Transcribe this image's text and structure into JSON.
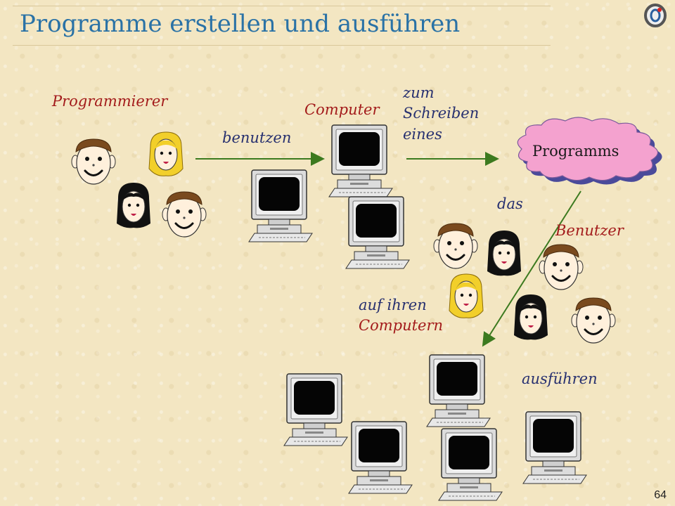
{
  "title": "Programme erstellen und ausführen",
  "labels": {
    "programmierer": "Programmierer",
    "computer": "Computer",
    "benutzen": "benutzen",
    "zum_schreiben": [
      "zum",
      "Schreiben",
      "eines"
    ],
    "programms": "Programms",
    "das": "das",
    "benutzer": "Benutzer",
    "auf_ihren": [
      "auf ihren",
      "Computern"
    ],
    "ausfuehren": "ausführen"
  },
  "page_number": "64",
  "colors": {
    "title": "#2a72a6",
    "label_red": "#a31b1b",
    "label_blue": "#27306f",
    "arrow": "#3c7a1f",
    "cloud": "#f4a2cf"
  },
  "icons": [
    "person-icon",
    "computer-icon",
    "cloud-icon",
    "arrow-icon",
    "logo-icon"
  ]
}
